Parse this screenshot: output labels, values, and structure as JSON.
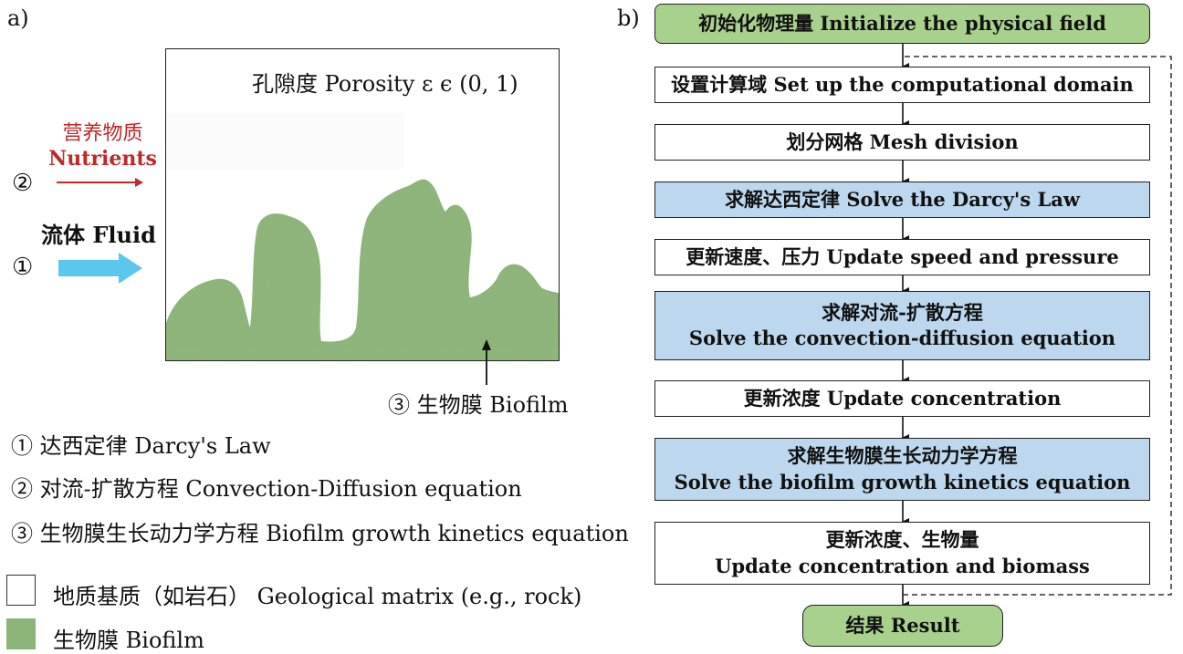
{
  "panel_a": {
    "label": "a)",
    "porosity_label": "孔隙度 Porosity ε ϵ (0, 1)",
    "nutrients_cn": "营养物质",
    "nutrients_en": "Nutrients",
    "nutrients_num": "②",
    "fluid_label": "流体 Fluid",
    "fluid_num": "①",
    "biofilm_label": "③ 生物膜 Biofilm",
    "colors": {
      "biofilm": "#8db57a",
      "nutrients": "#c0282a",
      "fluid_arrow": "#5ac8ec"
    }
  },
  "legend": {
    "item1": "① 达西定律 Darcy's Law",
    "item2": "② 对流-扩散方程 Convection-Diffusion equation",
    "item3": "③ 生物膜生长动力学方程 Biofilm growth kinetics equation",
    "matrix": "地质基质（如岩石） Geological matrix (e.g., rock)",
    "biofilm": "生物膜 Biofilm"
  },
  "panel_b": {
    "label": "b)",
    "steps": [
      {
        "text": "初始化物理量 Initialize the physical field",
        "style": "green"
      },
      {
        "text": "设置计算域 Set up the computational domain",
        "style": "white"
      },
      {
        "text": "划分网格 Mesh division",
        "style": "white"
      },
      {
        "text": "求解达西定律 Solve the Darcy's Law",
        "style": "blue"
      },
      {
        "text": "更新速度、压力 Update speed and pressure",
        "style": "white"
      },
      {
        "line1": "求解对流-扩散方程",
        "line2": "Solve the convection-diffusion equation",
        "style": "blue"
      },
      {
        "text": "更新浓度 Update concentration",
        "style": "white"
      },
      {
        "line1": "求解生物膜生长动力学方程",
        "line2": "Solve the biofilm growth kinetics equation",
        "style": "blue"
      },
      {
        "line1": "更新浓度、生物量",
        "line2": "Update concentration and biomass",
        "style": "white"
      },
      {
        "text": "结果 Result",
        "style": "green"
      }
    ],
    "colors": {
      "green": "#a9d18e",
      "blue": "#bdd7ee"
    }
  }
}
